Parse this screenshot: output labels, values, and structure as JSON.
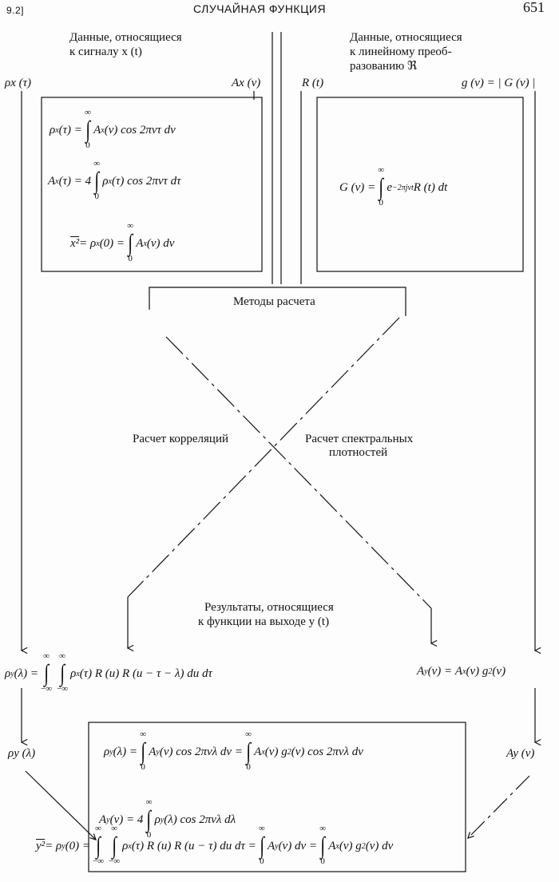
{
  "header": {
    "section": "9.2]",
    "title": "СЛУЧАЙНАЯ ФУНКЦИЯ",
    "page": "651"
  },
  "left_heading": [
    "Данные, относящиеся",
    "к сигналу x (t)"
  ],
  "right_heading": [
    "Данные, относящиеся",
    "к линейному преоб-",
    "разованию ℜ"
  ],
  "labels": {
    "rho_x": "ρx (τ)",
    "A_x": "Ax (ν)",
    "R_t": "R (t)",
    "g": "g (ν) = | G (ν) |",
    "rho_y": "ρy (λ)",
    "A_y": "Ay (ν)"
  },
  "methods": "Методы расчета",
  "corr": "Расчет корреляций",
  "spec": [
    "Расчет спектральных",
    "плотностей"
  ],
  "results": [
    "Результаты, относящиеся",
    "к функции на выходе y (t)"
  ],
  "formulas": {
    "f1": [
      "ρ",
      {
        "sub": "x"
      },
      " (τ) = ",
      {
        "int": [
          "0",
          "∞"
        ]
      },
      "A",
      {
        "sub": "x"
      },
      " (ν) cos 2πντ dν"
    ],
    "f2": [
      "A",
      {
        "sub": "x"
      },
      " (τ) = 4",
      {
        "int": [
          "0",
          "∞"
        ]
      },
      "ρ",
      {
        "sub": "x"
      },
      " (τ) cos 2πντ dτ"
    ],
    "f3": [
      {
        "ov": "x²"
      },
      " = ρ",
      {
        "sub": "x"
      },
      " (0) = ",
      {
        "int": [
          "0",
          "∞"
        ]
      },
      "A",
      {
        "sub": "x"
      },
      " (ν) dν"
    ],
    "f4": [
      "G (ν) = ",
      {
        "int": [
          "0",
          "∞"
        ]
      },
      "e",
      {
        "sup": "−2πjνt"
      },
      "R (t) dt"
    ],
    "f5": [
      "ρ",
      {
        "sub": "y"
      },
      " (λ) = ",
      {
        "int": [
          "−∞",
          "∞"
        ]
      },
      {
        "int": [
          "−∞",
          "∞"
        ]
      },
      "ρ",
      {
        "sub": "x"
      },
      " (τ) R (u) R (u − τ − λ) du dτ"
    ],
    "f6": [
      "A",
      {
        "sub": "y"
      },
      " (ν) = A",
      {
        "sub": "x"
      },
      " (ν) g",
      {
        "sup": "2"
      },
      " (ν)"
    ],
    "f7": [
      "ρ",
      {
        "sub": "y"
      },
      " (λ) = ",
      {
        "int": [
          "0",
          "∞"
        ]
      },
      "A",
      {
        "sub": "y"
      },
      " (ν) cos 2πνλ dν = ",
      {
        "int": [
          "0",
          "∞"
        ]
      },
      "A",
      {
        "sub": "x"
      },
      " (ν) g",
      {
        "sup": "2"
      },
      " (ν) cos 2πνλ dν"
    ],
    "f8": [
      "A",
      {
        "sub": "y"
      },
      " (ν) = 4",
      {
        "int": [
          "0",
          "∞"
        ]
      },
      "ρ",
      {
        "sub": "y"
      },
      " (λ) cos 2πνλ dλ"
    ],
    "f9": [
      {
        "ov": "y²"
      },
      " = ρ",
      {
        "sub": "y"
      },
      " (0) = ",
      {
        "int": [
          "−∞",
          "∞"
        ]
      },
      {
        "int": [
          "−∞",
          "∞"
        ]
      },
      "ρ",
      {
        "sub": "x"
      },
      " (τ) R (u) R (u − τ) du dτ = ",
      {
        "int": [
          "0",
          "∞"
        ]
      },
      "A",
      {
        "sub": "y"
      },
      " (ν) dν = ",
      {
        "int": [
          "0",
          "∞"
        ]
      },
      "A",
      {
        "sub": "x"
      },
      " (ν) g",
      {
        "sup": "2"
      },
      " (ν) dν"
    ]
  }
}
